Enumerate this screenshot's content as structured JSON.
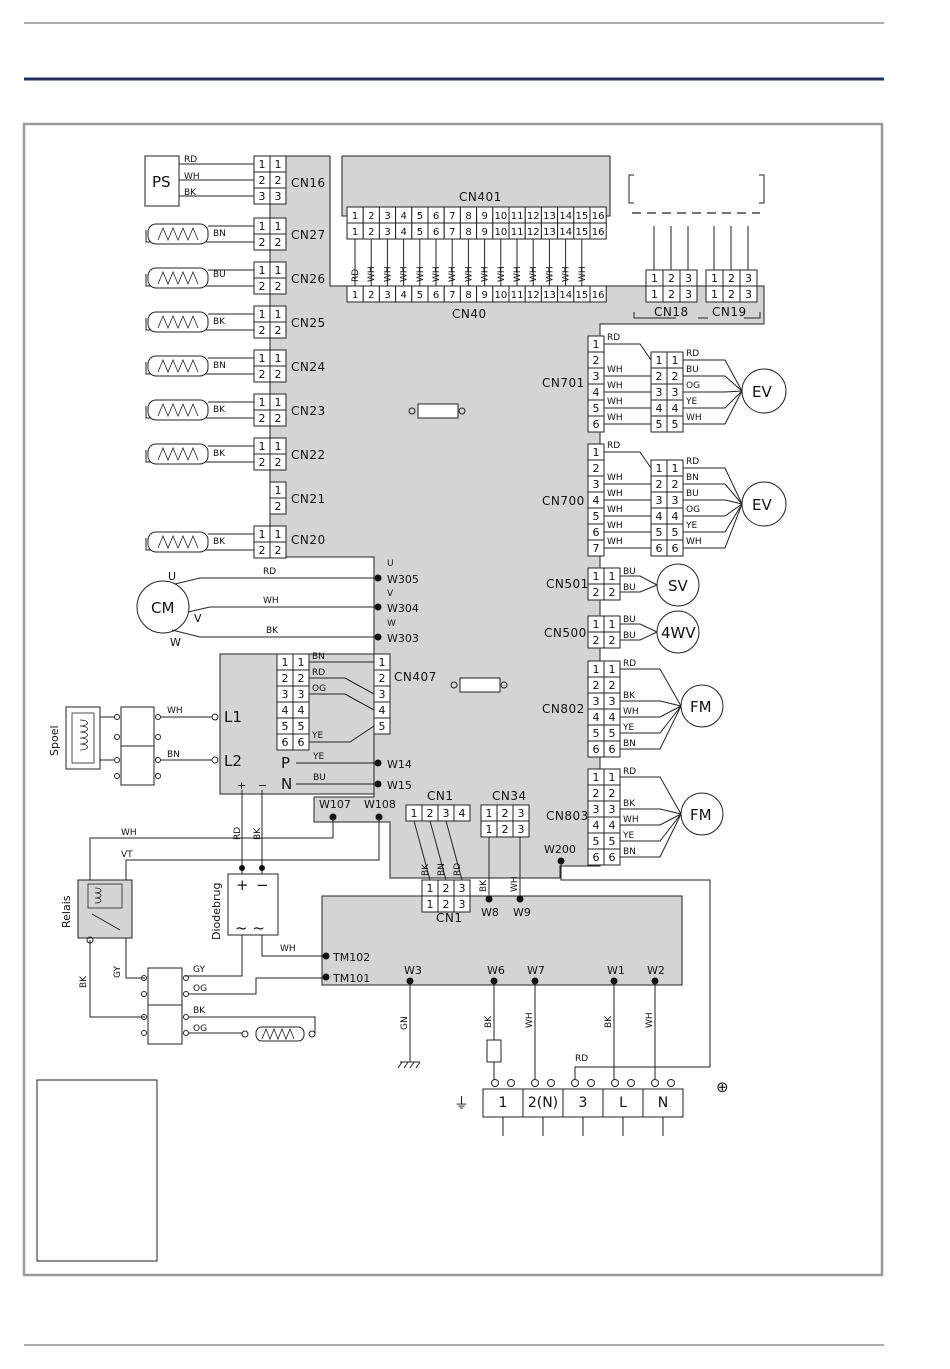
{
  "page": {},
  "frame": {},
  "connectors": {
    "cn16": "CN16",
    "cn27": "CN27",
    "cn26": "CN26",
    "cn25": "CN25",
    "cn24": "CN24",
    "cn23": "CN23",
    "cn22": "CN22",
    "cn21": "CN21",
    "cn20": "CN20",
    "cn401": "CN401",
    "cn40": "CN40",
    "cn18": "CN18",
    "cn19": "CN19",
    "cn701": "CN701",
    "cn700": "CN700",
    "cn501": "CN501",
    "cn500": "CN500",
    "cn802": "CN802",
    "cn803": "CN803",
    "cn407": "CN407",
    "cn1": "CN1",
    "cn1_lower": "CN1",
    "cn34": "CN34"
  },
  "components": {
    "ps": "PS",
    "cm": "CM",
    "ev": "EV",
    "sv": "SV",
    "fwv": "4WV",
    "fm": "FM",
    "spoel": "Spoel",
    "relais": "Relais",
    "diodebrug": "Diodebrug"
  },
  "terminals": {
    "w305": "W305",
    "w304": "W304",
    "w303": "W303",
    "w14": "W14",
    "w15": "W15",
    "w107": "W107",
    "w108": "W108",
    "w200": "W200",
    "w8": "W8",
    "w9": "W9",
    "tm102": "TM102",
    "tm101": "TM101",
    "w3": "W3",
    "w6": "W6",
    "w7": "W7",
    "w1": "W1",
    "w2": "W2",
    "u": "U",
    "v": "V",
    "w": "W",
    "l1": "L1",
    "l2": "L2",
    "p": "P",
    "n": "N",
    "plus": "+",
    "minus": "−"
  },
  "wire_colors": {
    "rd": "RD",
    "wh": "WH",
    "bk": "BK",
    "bn": "BN",
    "bu": "BU",
    "og": "OG",
    "ye": "YE",
    "vt": "VT",
    "gy": "GY",
    "gn": "GN"
  },
  "terminal_block": [
    "1",
    "2(N)",
    "3",
    "L",
    "N"
  ],
  "pins": [
    "1",
    "2",
    "3",
    "4",
    "5",
    "6",
    "7",
    "8",
    "9",
    "10",
    "11",
    "12",
    "13",
    "14",
    "15",
    "16"
  ],
  "cn40_wires": [
    "RD",
    "WH",
    "WH",
    "WH",
    "WH",
    "WH",
    "WH",
    "WH",
    "WH",
    "WH",
    "WH",
    "WH",
    "WH",
    "WH",
    "WH"
  ],
  "cn701_out": [
    "RD",
    "BU",
    "OG",
    "YE",
    "WH"
  ],
  "cn700_out": [
    "RD",
    "BN",
    "BU",
    "OG",
    "YE",
    "WH"
  ],
  "fm_out": [
    "RD",
    "BK",
    "WH",
    "YE",
    "BN"
  ],
  "cn407_wires": [
    "BN",
    "RD",
    "OG",
    "YE"
  ],
  "ground_symbol": "⏚",
  "earth_symbol": "⊕",
  "colors": {
    "pcb": "#d4d4d4",
    "rule": "#1f2e6e",
    "line": "#222222",
    "frame": "#9a9a9a"
  }
}
